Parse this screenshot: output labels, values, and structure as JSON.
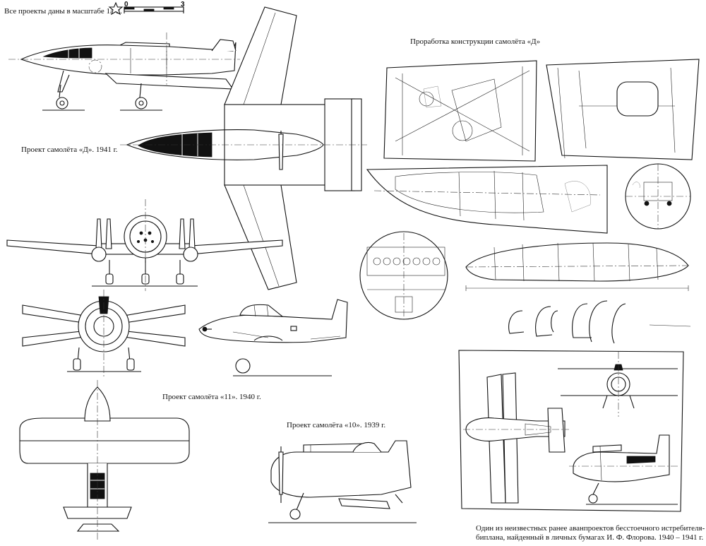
{
  "header": {
    "scale_note": "Все проекты даны в масштабе 1/72.",
    "scale_start": "0",
    "scale_end": "3"
  },
  "captions": {
    "project_d": "Проект самолёта «Д». 1941 г.",
    "project_11": "Проект самолёта «11». 1940 г.",
    "project_10": "Проект самолёта «10». 1939 г.",
    "design_study": "Проработка конструкции самолёта «Д»",
    "biplane_line1": "Один из неизвестных ранее аванпроектов бесстоечного истребителя-",
    "biplane_line2": "биплана, найденный в личных бумагах И. Ф. Флорова. 1940 – 1941 г."
  },
  "icons": {
    "star": "star-icon"
  }
}
